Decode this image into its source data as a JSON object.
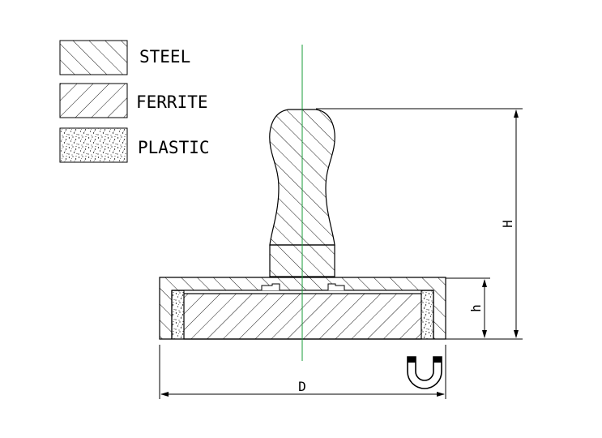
{
  "legend": {
    "steel": "STEEL",
    "ferrite": "FERRITE",
    "plastic": "PLASTIC"
  },
  "dimensions": {
    "height_total": "H",
    "height_base": "h",
    "diameter": "D"
  },
  "colors": {
    "line": "#000000",
    "axis": "#1a9e3a",
    "background": "#ffffff"
  },
  "icons": {
    "magnet": "horseshoe-magnet-icon"
  }
}
